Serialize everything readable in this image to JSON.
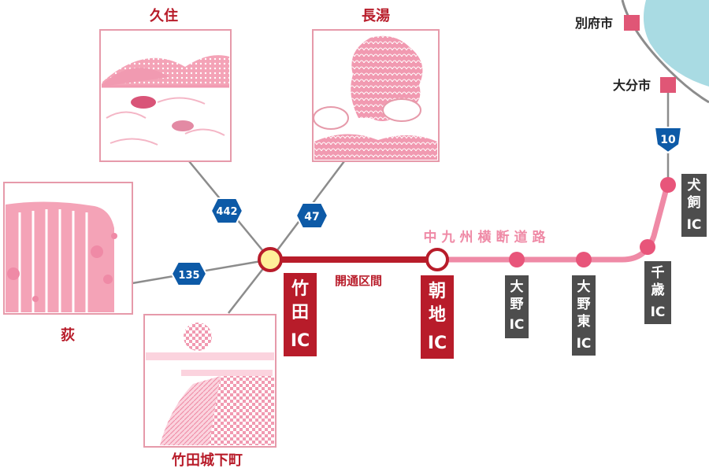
{
  "colors": {
    "road_gray": "#8c8c8c",
    "section_red": "#b81c2a",
    "line_pink": "#ef8aa6",
    "station_pink": "#e8557a",
    "dest_pink": "#e05676",
    "panel_border": "#e69aaa",
    "panel_fill": "#fde7ee",
    "dark_label_bg": "#4d4d4d",
    "shield_blue": "#0d5aa7",
    "sea": "#a9dbe3",
    "ic_yellow": "#fff09a"
  },
  "destinations": {
    "beppu": "別府市",
    "oita": "大分市"
  },
  "route_shields": {
    "r10": "10",
    "r442": "442",
    "r47": "47",
    "r135": "135"
  },
  "expressway": {
    "name": "中九州横断道路",
    "opened_section_label": "開通区間"
  },
  "interchanges": {
    "taketa": [
      "竹",
      "田",
      "IC"
    ],
    "asaji": [
      "朝",
      "地",
      "IC"
    ],
    "ono": [
      "大",
      "野",
      "IC"
    ],
    "onohigashi": [
      "大",
      "野",
      "東",
      "IC"
    ],
    "chitose": [
      "千",
      "歳",
      "IC"
    ],
    "inukai": [
      "犬",
      "飼",
      "IC"
    ]
  },
  "attractions": {
    "kuju": "久住",
    "nagayu": "長湯",
    "ogi": "荻",
    "castle_town": "竹田城下町"
  }
}
